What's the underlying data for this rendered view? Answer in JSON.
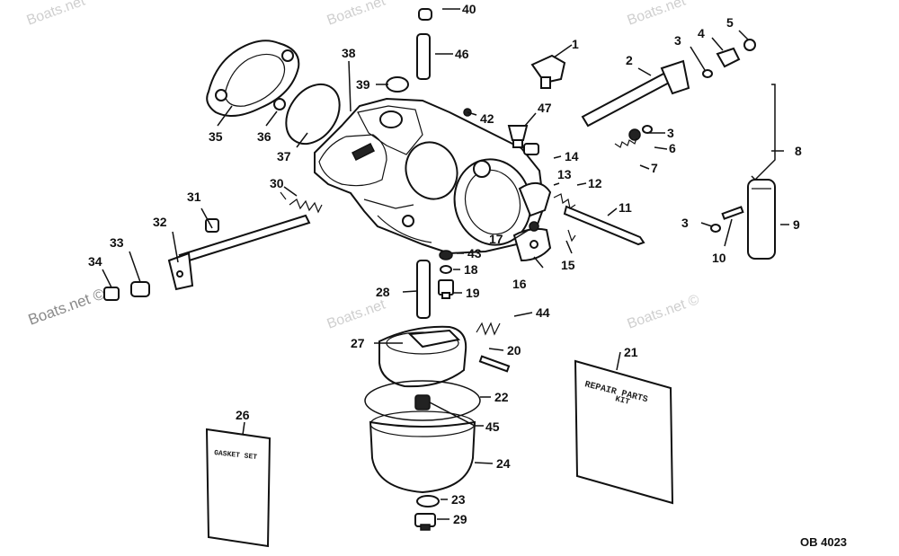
{
  "watermark": "Boats.net",
  "watermarks": [
    "Boats.net",
    "Boats.net",
    "Boats.net",
    "Boats.net",
    "Boats.net ©",
    "Boats.net ©"
  ],
  "figure_code": "OB 4023",
  "callouts": {
    "c1": "1",
    "c2": "2",
    "c3a": "3",
    "c3b": "3",
    "c3c": "3",
    "c4": "4",
    "c5": "5",
    "c6": "6",
    "c7": "7",
    "c8": "8",
    "c9": "9",
    "c10": "10",
    "c11": "11",
    "c12": "12",
    "c13": "13",
    "c14": "14",
    "c15": "15",
    "c16": "16",
    "c17": "17",
    "c18": "18",
    "c19": "19",
    "c20": "20",
    "c21": "21",
    "c22": "22",
    "c23": "23",
    "c24": "24",
    "c26": "26",
    "c27": "27",
    "c28": "28",
    "c29": "29",
    "c30": "30",
    "c31": "31",
    "c32": "32",
    "c33": "33",
    "c34": "34",
    "c35": "35",
    "c36": "36",
    "c37": "37",
    "c38": "38",
    "c39": "39",
    "c40": "40",
    "c42": "42",
    "c43": "43",
    "c44": "44",
    "c45": "45",
    "c46": "46",
    "c47": "47"
  },
  "gasket_set_label": "GASKET SET",
  "repair_kit_line1": "REPAIR PARTS",
  "repair_kit_line2": "KIT"
}
